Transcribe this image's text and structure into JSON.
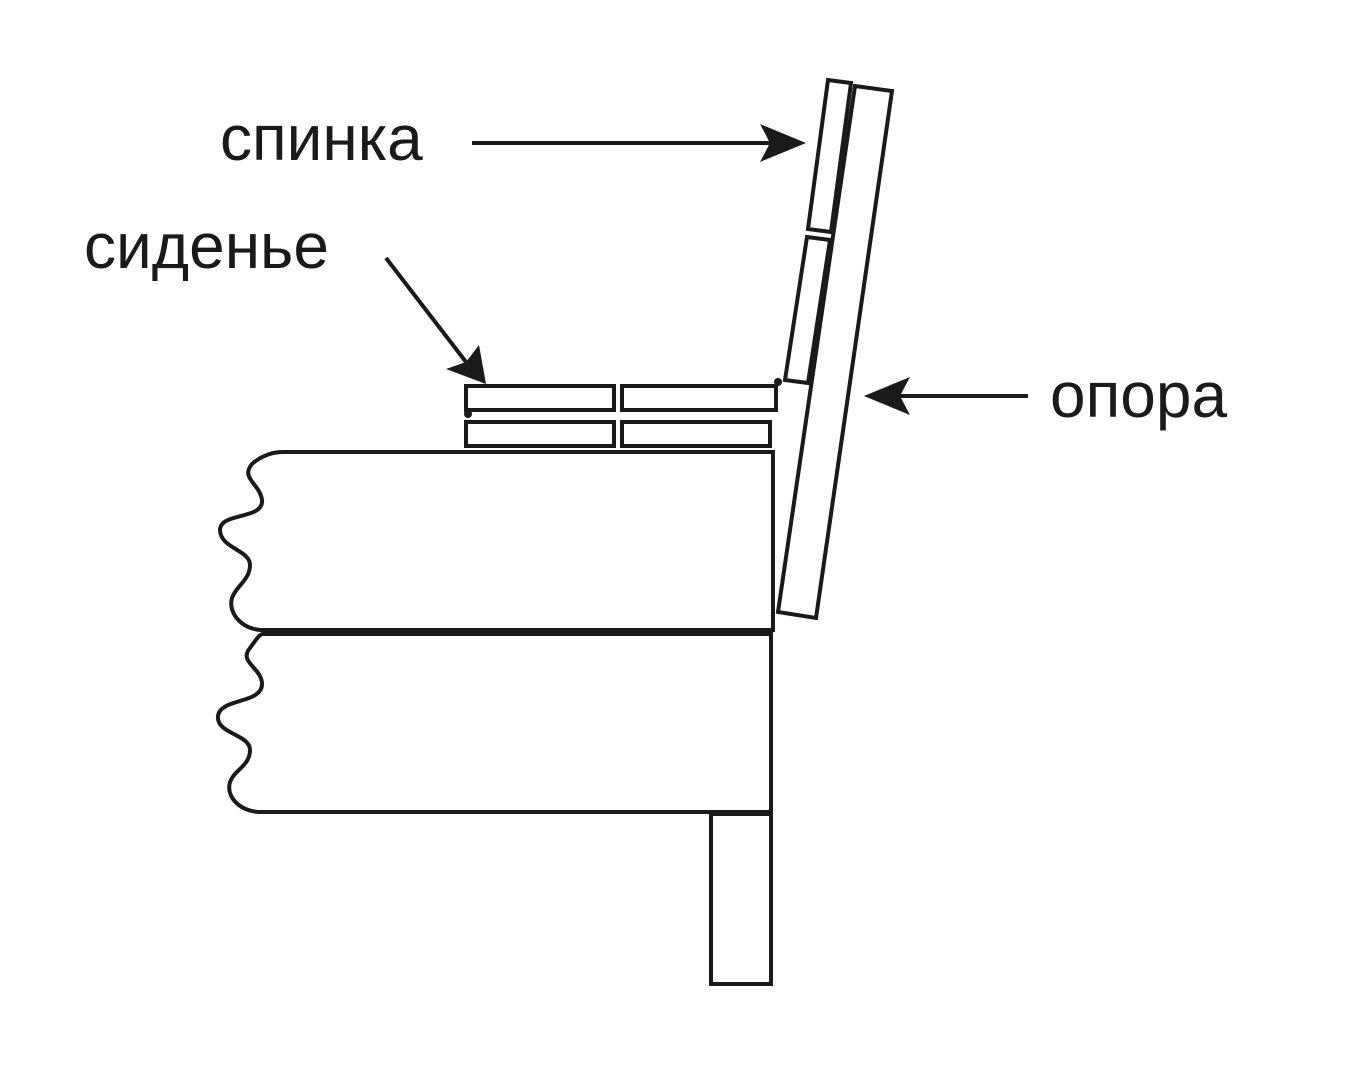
{
  "labels": {
    "backrest": "спинка",
    "seat": "сиденье",
    "support": "опора"
  },
  "colors": {
    "stroke": "#1a1a1a",
    "background": "#ffffff"
  }
}
